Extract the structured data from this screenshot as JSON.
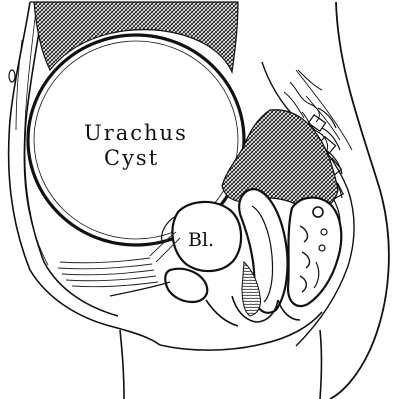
{
  "labels": {
    "cyst_line1": "Urachus",
    "cyst_line2": "Cyst",
    "bladder": "Bl."
  }
}
